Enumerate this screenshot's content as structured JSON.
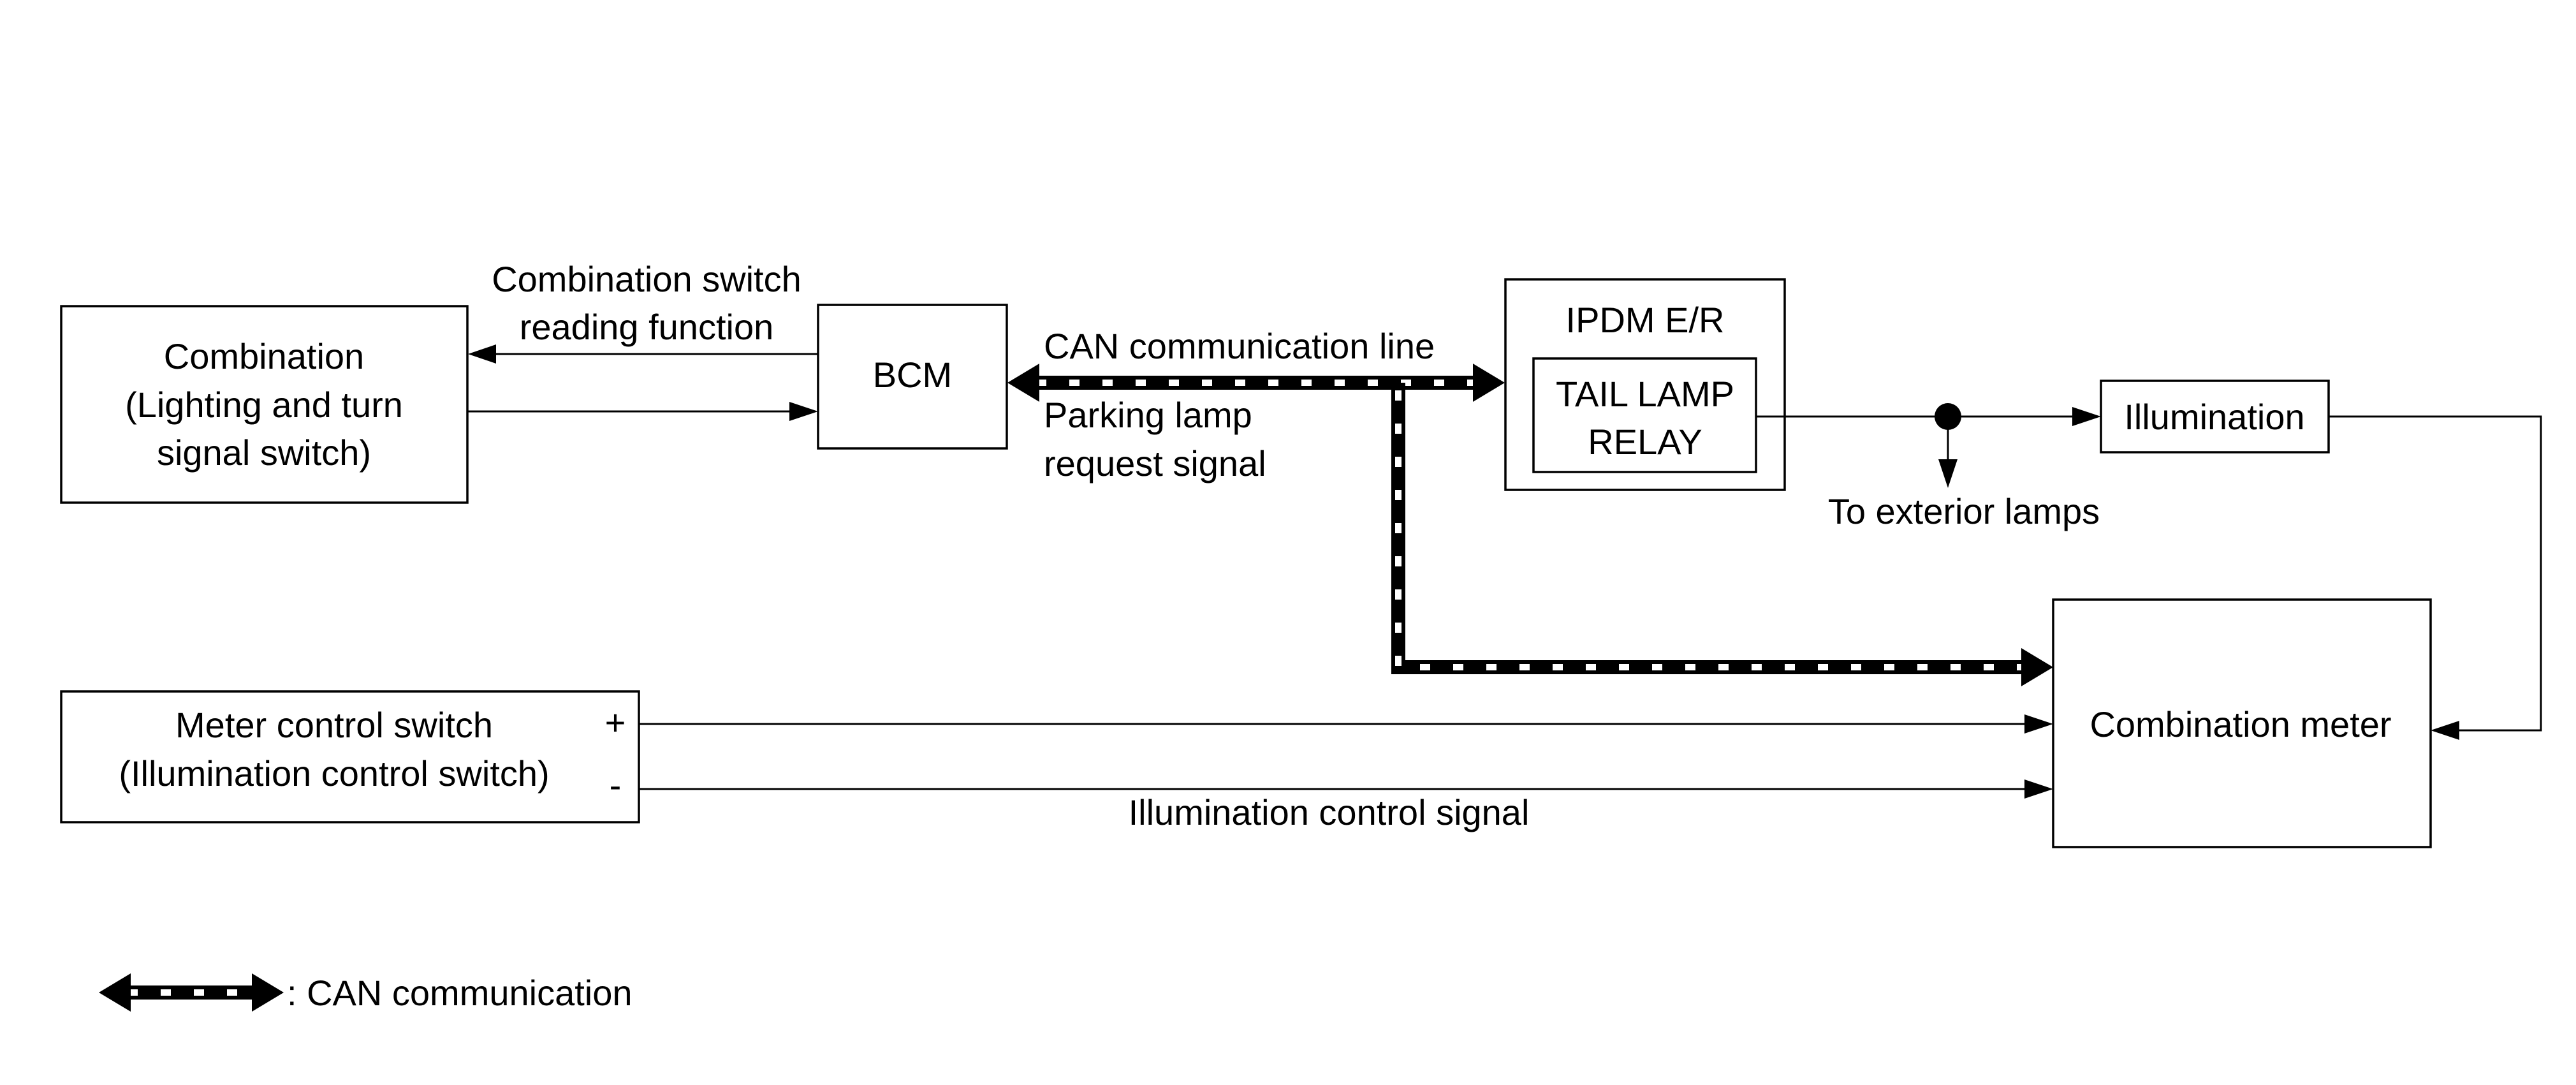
{
  "blocks": {
    "combination_switch": {
      "lines": [
        "Combination",
        "(Lighting and turn",
        "signal switch)"
      ]
    },
    "bcm": {
      "label": "BCM"
    },
    "ipdm": {
      "label": "IPDM E/R"
    },
    "tail_lamp_relay": {
      "lines": [
        "TAIL LAMP",
        "RELAY"
      ]
    },
    "illumination": {
      "label": "Illumination"
    },
    "meter_control_switch": {
      "lines": [
        "Meter control switch",
        "(Illumination control switch)"
      ],
      "plus": "+",
      "minus": "-"
    },
    "combination_meter": {
      "label": "Combination meter"
    }
  },
  "signals": {
    "switch_reading": [
      "Combination switch",
      "reading function"
    ],
    "can_line": "CAN communication line",
    "parking_lamp": [
      "Parking lamp",
      "request signal"
    ],
    "to_exterior": "To exterior lamps",
    "illumination_control": "Illumination control signal"
  },
  "legend": {
    "can_label": ": CAN communication"
  },
  "colors": {
    "line": "#000000",
    "background": "#ffffff"
  }
}
